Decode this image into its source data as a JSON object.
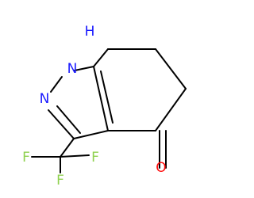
{
  "molecule": {
    "atoms": {
      "n1_label": "N",
      "n1_h_label": "H",
      "n2_label": "N",
      "o_label": "O",
      "f1_label": "F",
      "f2_label": "F",
      "f3_label": "F"
    },
    "colors": {
      "nitrogen": "#1a1aff",
      "oxygen": "#ff0d0d",
      "fluorine": "#8fd14f",
      "bond": "#000000"
    }
  }
}
